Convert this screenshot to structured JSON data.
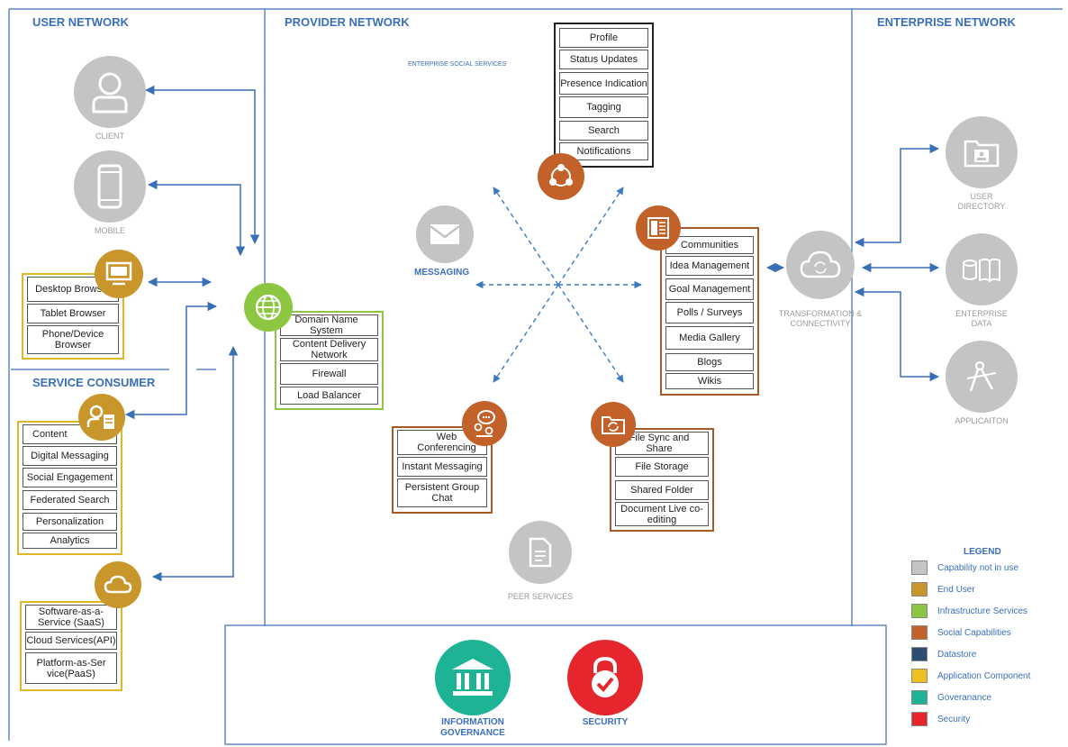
{
  "sections": {
    "user_network": "USER NETWORK",
    "provider_network": "PROVIDER NETWORK",
    "enterprise_network": "ENTERPRISE NETWORK",
    "service_consumer": "SERVICE CONSUMER",
    "enterprise_social_services": "ENTERPRISE SOCIAL SERVICES"
  },
  "user_network": {
    "client": "CLIENT",
    "mobile": "MOBILE",
    "browsers": [
      "Desktop Browser",
      "Tablet Browser",
      "Phone/Device Browser"
    ]
  },
  "service_consumer": {
    "items": [
      "Content",
      "Digital Messaging",
      "Social Engagement",
      "Federated Search",
      "Personalization",
      "Analytics"
    ],
    "cloud": [
      "Software-as-a-Service (SaaS)",
      "Cloud Services(API)",
      "Platform-as-Ser vice(PaaS)"
    ]
  },
  "infrastructure": {
    "items": [
      "Domain Name System",
      "Content Delivery Network",
      "Firewall",
      "Load Balancer"
    ]
  },
  "social_services": {
    "items": [
      "Profile",
      "Status Updates",
      "Presence Indication",
      "Tagging",
      "Search",
      "Notifications"
    ]
  },
  "messaging": "MESSAGING",
  "communities": {
    "items": [
      "Communities",
      "Idea Management",
      "Goal Management",
      "Polls / Surveys",
      "Media Gallery",
      "Blogs",
      "Wikis"
    ]
  },
  "conferencing": {
    "items": [
      "Web Conferencing",
      "Instant Messaging",
      "Persistent Group Chat"
    ]
  },
  "file_sync": {
    "items": [
      "File Sync and Share",
      "File Storage",
      "Shared Folder",
      "Document Live co-editing"
    ]
  },
  "peer_services": "PEER SERVICES",
  "transformation": "TRANSFORMATION & CONNECTIVITY",
  "enterprise": {
    "user_directory": "USER DIRECTORY",
    "enterprise_data": "ENTERPRISE DATA",
    "application": "APPLICAITON"
  },
  "bottom": {
    "information_governance": "INFORMATION GOVERNANCE",
    "security": "SECURITY"
  },
  "legend": {
    "title": "LEGEND",
    "items": [
      {
        "label": "Capability not in use",
        "color": "#c4c4c4"
      },
      {
        "label": "End User",
        "color": "#c8962b"
      },
      {
        "label": "Infrastructure Services",
        "color": "#8dc641"
      },
      {
        "label": "Social Capabilities",
        "color": "#c2612a"
      },
      {
        "label": "Datastore",
        "color": "#2c4d73"
      },
      {
        "label": "Application Component",
        "color": "#f0c020"
      },
      {
        "label": "Goveranance",
        "color": "#1fb396"
      },
      {
        "label": "Security",
        "color": "#e5262d"
      }
    ]
  },
  "icons": [
    "user-icon",
    "mobile-icon",
    "monitor-icon",
    "person-document-icon",
    "cloud-icon",
    "globe-icon",
    "network-hub-icon",
    "envelope-icon",
    "newspaper-icon",
    "chat-bubble-icon",
    "folder-sync-icon",
    "document-icon",
    "cloud-sync-icon",
    "folder-user-icon",
    "book-database-icon",
    "compass-icon",
    "bank-building-icon",
    "padlock-check-icon"
  ]
}
